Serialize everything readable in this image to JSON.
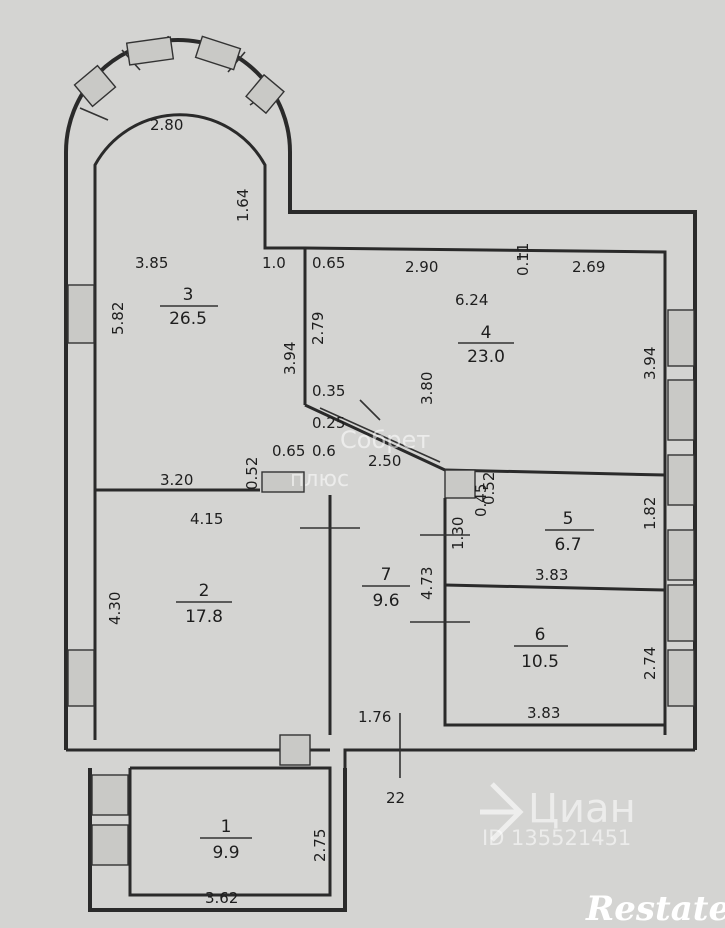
{
  "plan": {
    "rooms": [
      {
        "number": "1",
        "area": "9.9"
      },
      {
        "number": "2",
        "area": "17.8"
      },
      {
        "number": "3",
        "area": "26.5"
      },
      {
        "number": "4",
        "area": "23.0"
      },
      {
        "number": "5",
        "area": "6.7"
      },
      {
        "number": "6",
        "area": "10.5"
      },
      {
        "number": "7",
        "area": "9.6"
      }
    ],
    "dimensions": {
      "bay_2_80": "2.80",
      "v_1_64": "1.64",
      "d_3_85": "3.85",
      "d_1_0": "1.0",
      "d_0_65_top": "0.65",
      "d_2_90": "2.90",
      "d_0_11": "0.11",
      "d_2_69": "2.69",
      "v_5_82": "5.82",
      "d_6_24": "6.24",
      "v_2_79": "2.79",
      "v_3_94_left": "3.94",
      "v_3_80": "3.80",
      "v_3_94_right": "3.94",
      "d_0_35": "0.35",
      "d_0_25": "0.25",
      "d_0_65_mid": "0.65",
      "d_0_6": "0.6",
      "d_2_50": "2.50",
      "d_3_20": "3.20",
      "v_0_52_left": "0.52",
      "v_0_52_right": "0.52",
      "d_4_15": "4.15",
      "d_0_45": "0.45",
      "v_1_30": "1.30",
      "v_1_82": "1.82",
      "v_4_30": "4.30",
      "v_4_73": "4.73",
      "d_3_83_mid": "3.83",
      "v_2_74": "2.74",
      "d_1_76": "1.76",
      "d_3_83_bottom": "3.83",
      "d_22": "22",
      "v_2_75": "2.75",
      "d_3_62": "3.62"
    },
    "watermark_top": "Собрет",
    "watermark_sub": "плюс"
  },
  "cian": {
    "logo_text": "Циан",
    "listing_id": "ID 135521451"
  },
  "restate": {
    "logo_text": "Restate"
  }
}
